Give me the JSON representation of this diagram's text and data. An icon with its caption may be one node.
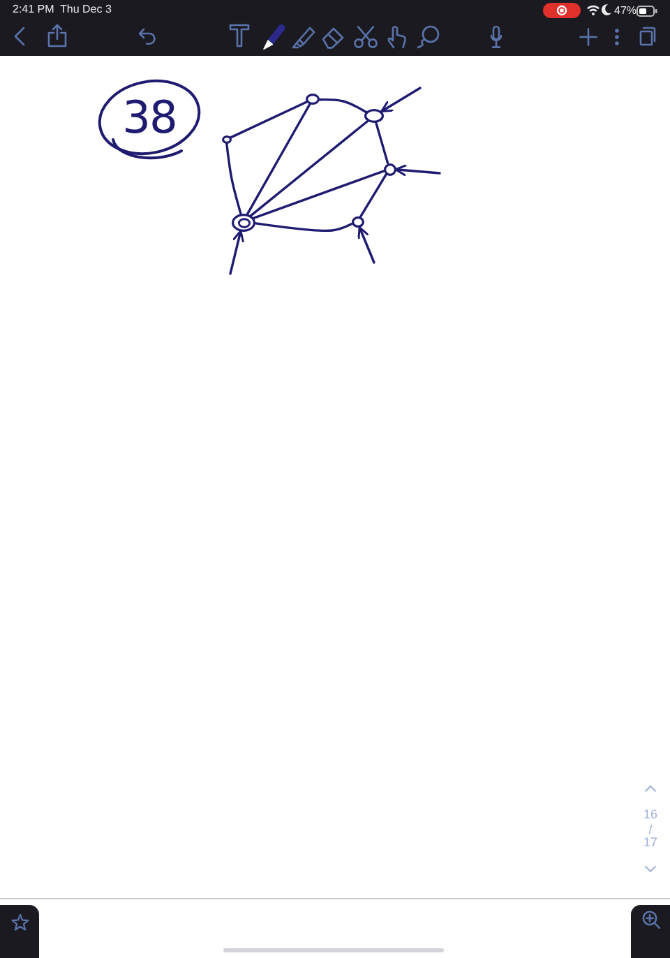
{
  "diagram": {
    "nodes": [
      {
        "text": [
          "38"
        ]
      },
      {
        "text": [],
        "shape": "circle"
      },
      {
        "text": [],
        "shape": "circle"
      },
      {
        "text": [],
        "shape": "circle"
      },
      {
        "text": [],
        "shape": "circle"
      },
      {
        "text": [],
        "shape": "circle"
      },
      {
        "text": [],
        "shape": "circle"
      }
    ],
    "edges": [
      {
        "from": 1,
        "to": 2,
        "arrow": "none"
      },
      {
        "from": 2,
        "to": 3,
        "arrow": "none"
      },
      {
        "from": 3,
        "to": 4,
        "arrow": "none"
      },
      {
        "from": 4,
        "to": 5,
        "arrow": "none"
      },
      {
        "from": 5,
        "to": 6,
        "arrow": "none"
      },
      {
        "from": 6,
        "to": 1,
        "arrow": "none"
      },
      {
        "from": 6,
        "to": 2,
        "arrow": "none"
      },
      {
        "from": 6,
        "to": 3,
        "arrow": "none"
      },
      {
        "from": 6,
        "to": 4,
        "arrow": "none"
      },
      {
        "from": null,
        "to": 3,
        "arrow": "to"
      },
      {
        "from": null,
        "to": 4,
        "arrow": "to"
      },
      {
        "from": null,
        "to": 5,
        "arrow": "to"
      },
      {
        "from": null,
        "to": 6,
        "arrow": "to"
      }
    ],
    "labels": [
      "2:41 PM",
      "Thu Dec 3",
      "47%",
      "16",
      "/",
      "17"
    ]
  }
}
